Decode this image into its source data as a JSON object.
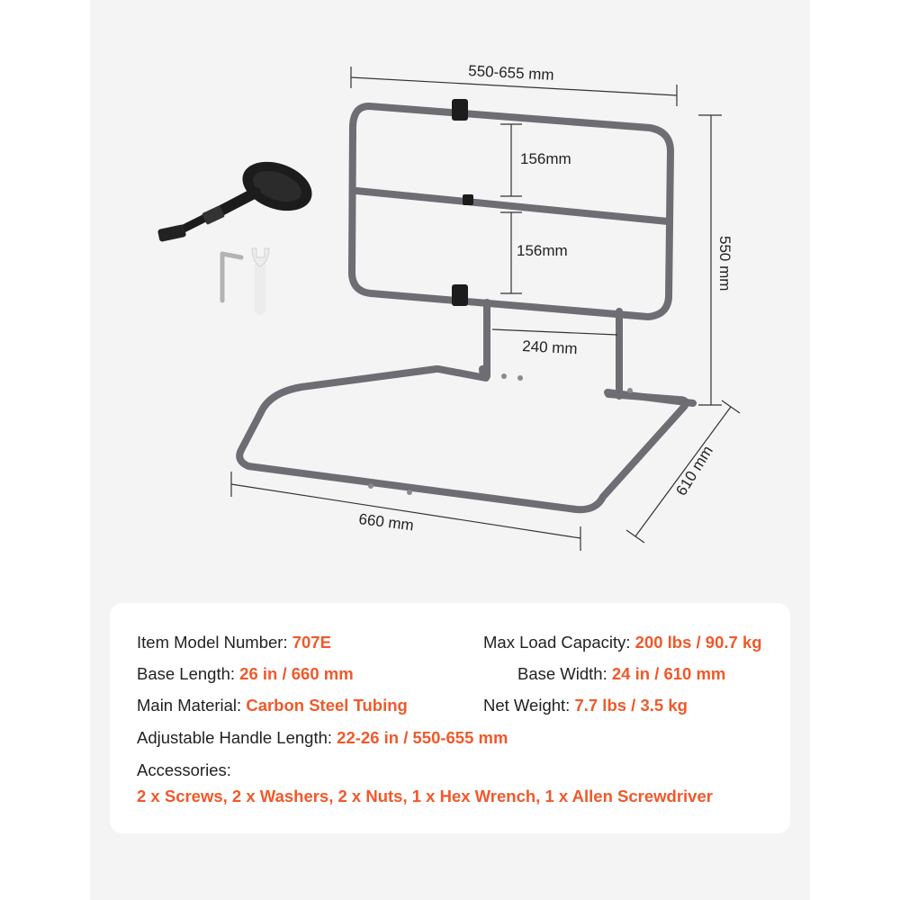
{
  "dimensions": {
    "handle_width": "550-655 mm",
    "bar_gap_upper": "156mm",
    "bar_gap_lower": "156mm",
    "post_spacing": "240 mm",
    "height": "550 mm",
    "depth": "610 mm",
    "base_length": "660 mm"
  },
  "specs": {
    "model": {
      "label": "Item Model Number: ",
      "value": "707E"
    },
    "max_load": {
      "label": "Max Load Capacity: ",
      "value": "200 lbs / 90.7 kg"
    },
    "base_length": {
      "label": "Base Length: ",
      "value": "26 in / 660 mm"
    },
    "base_width": {
      "label": "Base Width: ",
      "value": "24 in / 610 mm"
    },
    "material": {
      "label": "Main Material: ",
      "value": "Carbon Steel Tubing"
    },
    "net_weight": {
      "label": "Net Weight: ",
      "value": "7.7 lbs / 3.5 kg"
    },
    "handle_length": {
      "label": "Adjustable Handle Length: ",
      "value": "22-26 in / 550-655 mm"
    },
    "accessories": {
      "label": "Accessories:",
      "value": "2 x Screws, 2 x Washers, 2 x Nuts, 1 x Hex Wrench, 1 x Allen Screwdriver"
    }
  },
  "colors": {
    "accent": "#f0592a",
    "frame": "#6e6d73",
    "background": "#f4f4f4"
  }
}
